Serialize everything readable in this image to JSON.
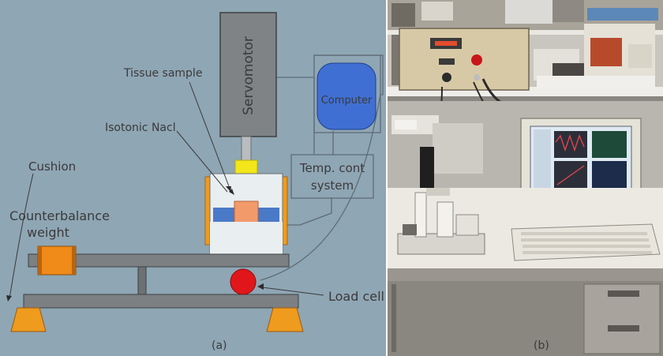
{
  "panel_a": {
    "servomotor": "Servomotor",
    "computer": "Computer",
    "tissue_sample": "Tissue sample",
    "isotonic_nacl": "Isotonic Nacl",
    "cushion": "Cushion",
    "temp_cont_line1": "Temp. cont",
    "temp_cont_line2": "system",
    "counterbalance_line1": "Counterbalance",
    "counterbalance_line2": "weight",
    "load_cell": "Load cell",
    "caption": "(a)"
  },
  "panel_b": {
    "caption": "(b)"
  },
  "colors": {
    "panel_a_background": "#8fa6b4",
    "servomotor": "#7f8385",
    "computer": "#3f6fd3",
    "load_cell": "#e0161a",
    "counterbalance": "#f08a18",
    "cushion": "#ee9b1e",
    "tissue": "#f39a6b",
    "saline": "#4a79c8",
    "actuator": "#f3e61a"
  },
  "icons": {
    "photo": "lab-bench-photo",
    "monitor": "crt-monitor-icon",
    "keyboard": "keyboard-icon"
  }
}
